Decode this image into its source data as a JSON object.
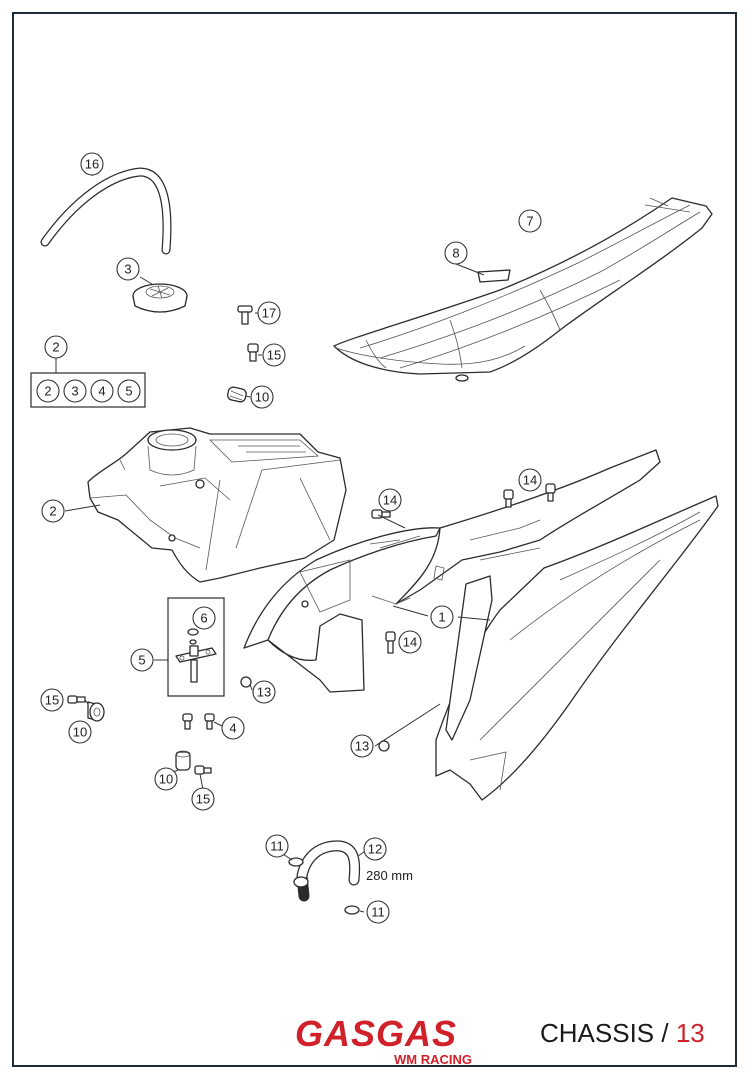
{
  "callouts": [
    {
      "id": "c16",
      "label": "16"
    },
    {
      "id": "c7",
      "label": "7"
    },
    {
      "id": "c8",
      "label": "8"
    },
    {
      "id": "c3",
      "label": "3"
    },
    {
      "id": "c17",
      "label": "17"
    },
    {
      "id": "c2a",
      "label": "2"
    },
    {
      "id": "c15a",
      "label": "15"
    },
    {
      "id": "c10a",
      "label": "10"
    },
    {
      "id": "c2b",
      "label": "2"
    },
    {
      "id": "c14a",
      "label": "14"
    },
    {
      "id": "c14b",
      "label": "14"
    },
    {
      "id": "c6",
      "label": "6"
    },
    {
      "id": "c5",
      "label": "5"
    },
    {
      "id": "c1",
      "label": "1"
    },
    {
      "id": "c14c",
      "label": "14"
    },
    {
      "id": "c13a",
      "label": "13"
    },
    {
      "id": "c15b",
      "label": "15"
    },
    {
      "id": "c10b",
      "label": "10"
    },
    {
      "id": "c4",
      "label": "4"
    },
    {
      "id": "c13b",
      "label": "13"
    },
    {
      "id": "c10c",
      "label": "10"
    },
    {
      "id": "c15c",
      "label": "15"
    },
    {
      "id": "c11a",
      "label": "11"
    },
    {
      "id": "c12",
      "label": "12"
    },
    {
      "id": "c11b",
      "label": "11"
    }
  ],
  "kit_box_labels": [
    "2",
    "3",
    "4",
    "5"
  ],
  "hose_length": "280 mm",
  "footer": {
    "brand": "GASGAS",
    "brand_sub": "WM RACING",
    "section": "CHASSIS / ",
    "page": "13"
  },
  "colors": {
    "brand_red": "#d0202a",
    "frame": "#1f2a3c"
  }
}
